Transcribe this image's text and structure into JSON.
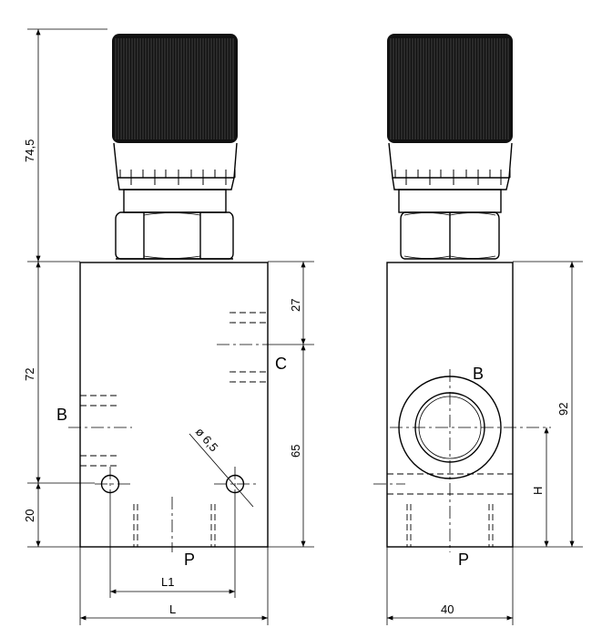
{
  "dimensions": {
    "top_height": "74,5",
    "body_height_left": "72",
    "bottom_offset": "20",
    "dim_27": "27",
    "dim_65": "65",
    "hole_dia": "ø 6,5",
    "length_l1": "L1",
    "length_l": "L",
    "right_height": "92",
    "port_height": "H",
    "width": "40"
  },
  "ports": {
    "left_b": "B",
    "left_c": "C",
    "left_p": "P",
    "right_b": "B",
    "right_p": "P"
  }
}
